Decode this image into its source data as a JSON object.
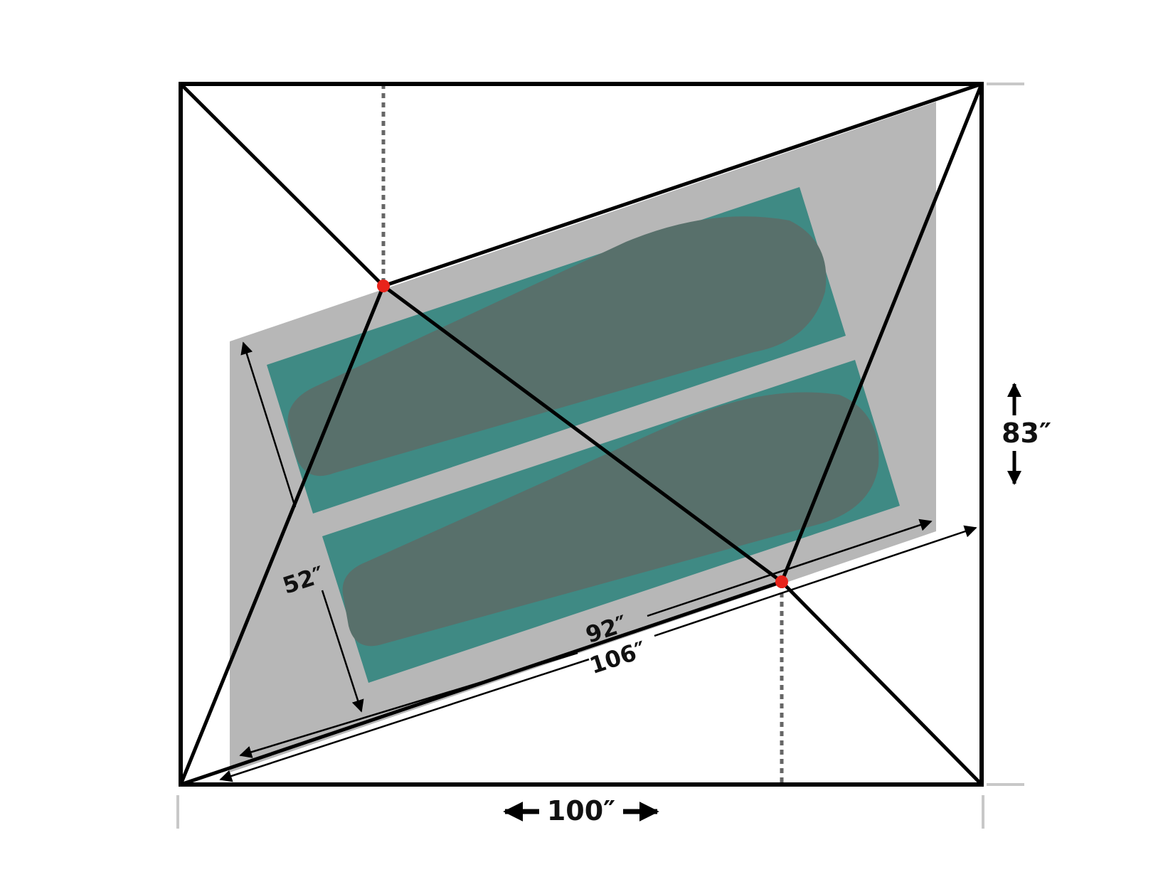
{
  "diagram": {
    "type": "tent-floorplan",
    "labels": {
      "width": "100″",
      "height": "83″",
      "floor_length": "106″",
      "pad_length": "92″",
      "floor_width": "52″"
    },
    "colors": {
      "outline": "#000000",
      "floor": "#b7b7b7",
      "pad": "#3f8a84",
      "sleeping_bag": "#58706b",
      "pole_point": "#e8231b",
      "guide": "#666666",
      "tick": "#c8c8c8"
    },
    "elements": [
      "outer-rectangle",
      "diagonal-poles",
      "floor-parallelogram",
      "sleeping-pad-1",
      "sleeping-pad-2",
      "sleeping-bag-1",
      "sleeping-bag-2",
      "pole-intersection-points",
      "dimension-arrows"
    ]
  }
}
